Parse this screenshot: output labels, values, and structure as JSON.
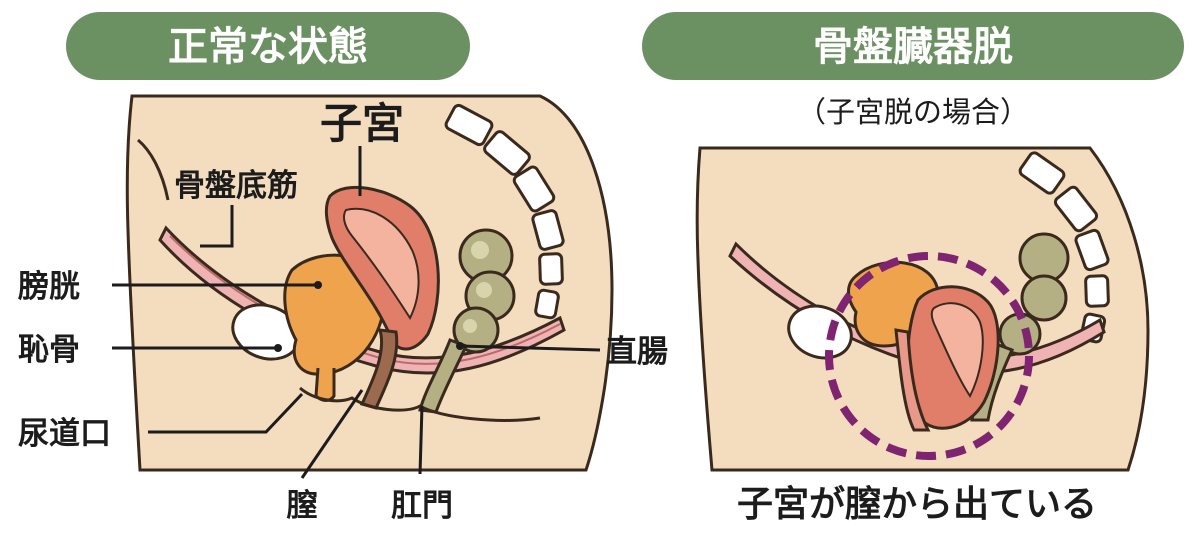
{
  "left_panel": {
    "header": "正常な状態",
    "labels": {
      "uterus": "子宮",
      "pelvic_floor": "骨盤底筋",
      "bladder": "膀胱",
      "pubic_bone": "恥骨",
      "urethral_opening": "尿道口",
      "vagina": "膣",
      "anus": "肛門",
      "rectum": "直腸"
    }
  },
  "right_panel": {
    "header": "骨盤臓器脱",
    "subheader": "（子宮脱の場合）",
    "caption": "子宮が膣から出ている"
  },
  "colors": {
    "header_bg": "#6b9062",
    "skin": "#f4ddbf",
    "uterus": "#e07e6a",
    "bladder": "#eea34c",
    "rectum": "#b4b083",
    "highlight_ring": "#7e2470"
  }
}
